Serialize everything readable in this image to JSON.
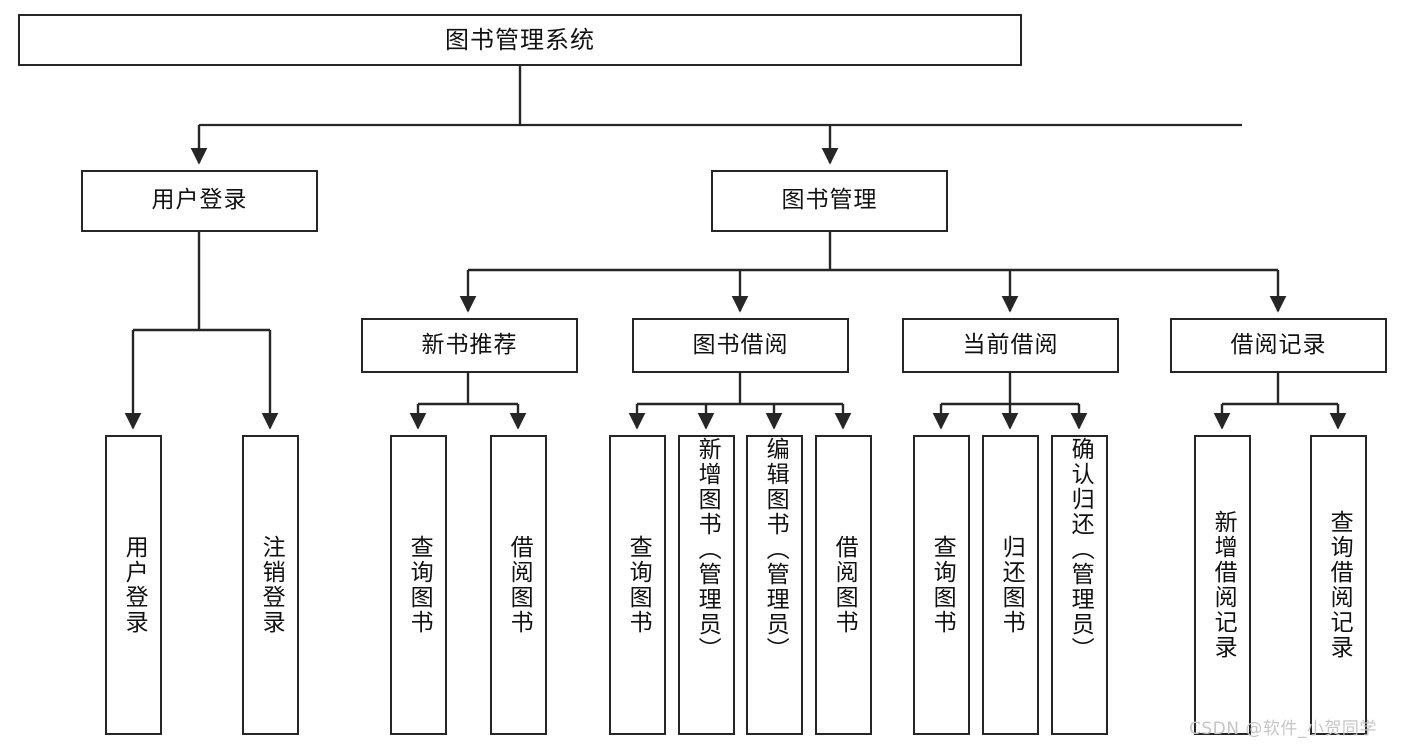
{
  "diagram": {
    "type": "tree-hierarchy",
    "title": "图书管理系统",
    "root": {
      "label": "图书管理系统"
    },
    "level2": [
      {
        "label": "用户登录"
      },
      {
        "label": "图书管理"
      }
    ],
    "level3": [
      {
        "label": "新书推荐"
      },
      {
        "label": "图书借阅"
      },
      {
        "label": "当前借阅"
      },
      {
        "label": "借阅记录"
      }
    ],
    "leaves": {
      "user_login": [
        {
          "label": "用户登录"
        },
        {
          "label": "注销登录"
        }
      ],
      "new_book_recommend": [
        {
          "label": "查询图书"
        },
        {
          "label": "借阅图书"
        }
      ],
      "book_borrow": [
        {
          "label": "查询图书"
        },
        {
          "label": "新增图书（管理员）"
        },
        {
          "label": "编辑图书（管理员）"
        },
        {
          "label": "借阅图书"
        }
      ],
      "current_borrow": [
        {
          "label": "查询图书"
        },
        {
          "label": "归还图书"
        },
        {
          "label": "确认归还（管理员）"
        }
      ],
      "borrow_record": [
        {
          "label": "新增借阅记录"
        },
        {
          "label": "查询借阅记录"
        }
      ]
    }
  },
  "watermark": {
    "text": "CSDN @软件_小贺同学"
  },
  "colors": {
    "border": "#262626",
    "background": "#ffffff",
    "text": "#111111",
    "watermark": "#c6c6c6"
  }
}
